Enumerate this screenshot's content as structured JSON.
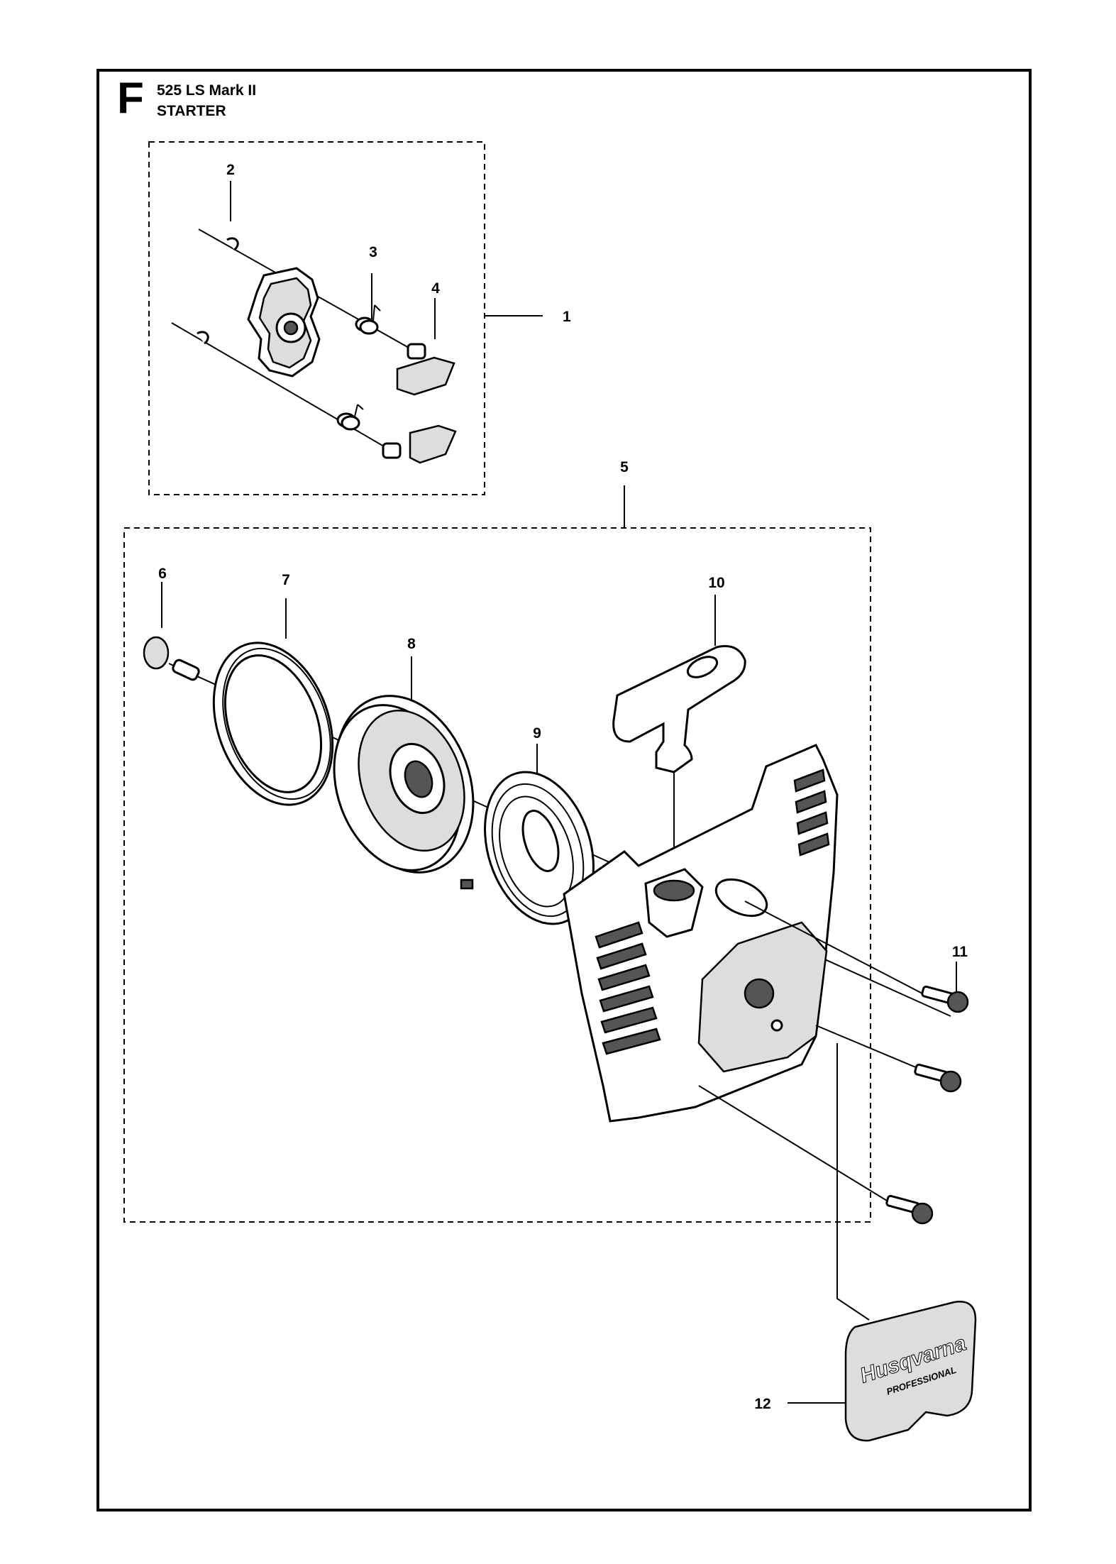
{
  "header": {
    "section_letter": "F",
    "model": "525 LS Mark II",
    "title": "STARTER"
  },
  "callouts": [
    "1",
    "2",
    "3",
    "4",
    "5",
    "6",
    "7",
    "8",
    "9",
    "10",
    "11",
    "12"
  ],
  "cover_logo": {
    "brand": "Husqvarna",
    "tagline": "PROFESSIONAL"
  }
}
